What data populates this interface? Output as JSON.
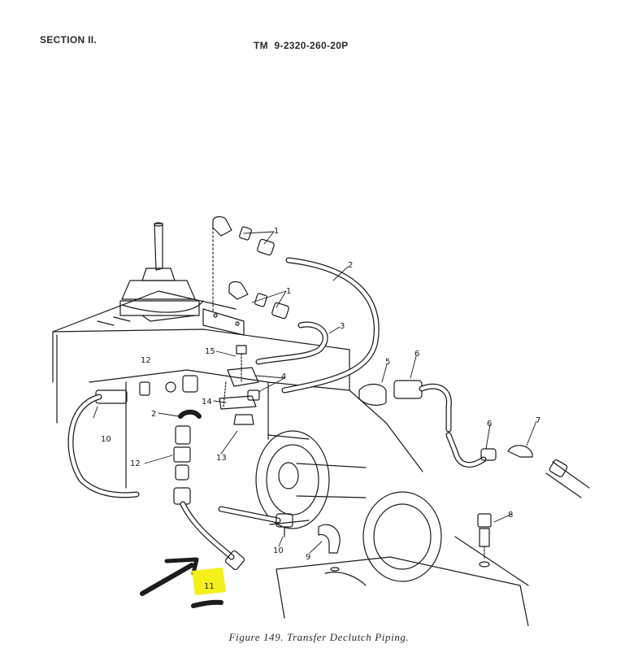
{
  "header": {
    "section": "SECTION II.",
    "tm_number": "TM 9-2320-260-20P"
  },
  "callouts": {
    "c1a": "1",
    "c1b": "1",
    "c2a": "2",
    "c2b": "2",
    "c3": "3",
    "c4": "4",
    "c5": "5",
    "c6a": "6",
    "c6b": "6",
    "c7": "7",
    "c8": "8",
    "c9": "9",
    "c10a": "10",
    "c10b": "10",
    "c11": "11",
    "c12a": "12",
    "c12b": "12",
    "c13": "13",
    "c14": "14",
    "c15": "15"
  },
  "annotation": {
    "highlight_color": "#f5ef1a",
    "marker_color": "#1c1c1c",
    "highlighted_item": "11"
  },
  "caption": "Figure 149. Transfer Declutch Piping."
}
